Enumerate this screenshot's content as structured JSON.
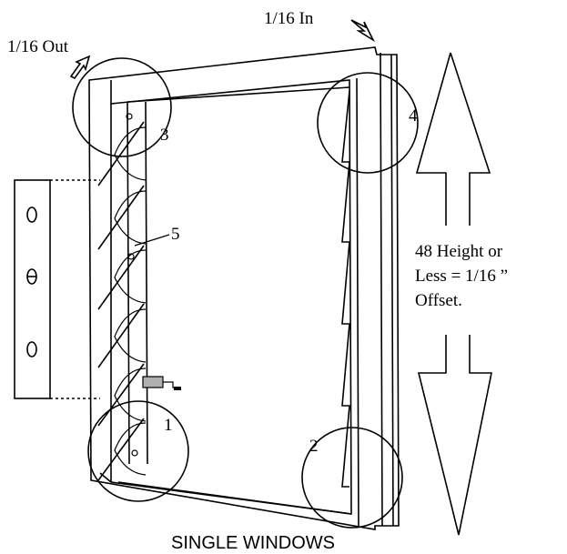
{
  "diagram": {
    "caption": "SINGLE WINDOWS",
    "labels": {
      "top_right": "1/16  In",
      "top_left": "1/16  Out",
      "side_note_line1": "48  Height or",
      "side_note_line2": "Less = 1/16  ”",
      "side_note_line3": "Offset."
    },
    "callouts": [
      "1",
      "2",
      "3",
      "4",
      "5"
    ],
    "colors": {
      "line": "#000000",
      "background": "#ffffff",
      "latch": "#b0b0b0"
    }
  }
}
